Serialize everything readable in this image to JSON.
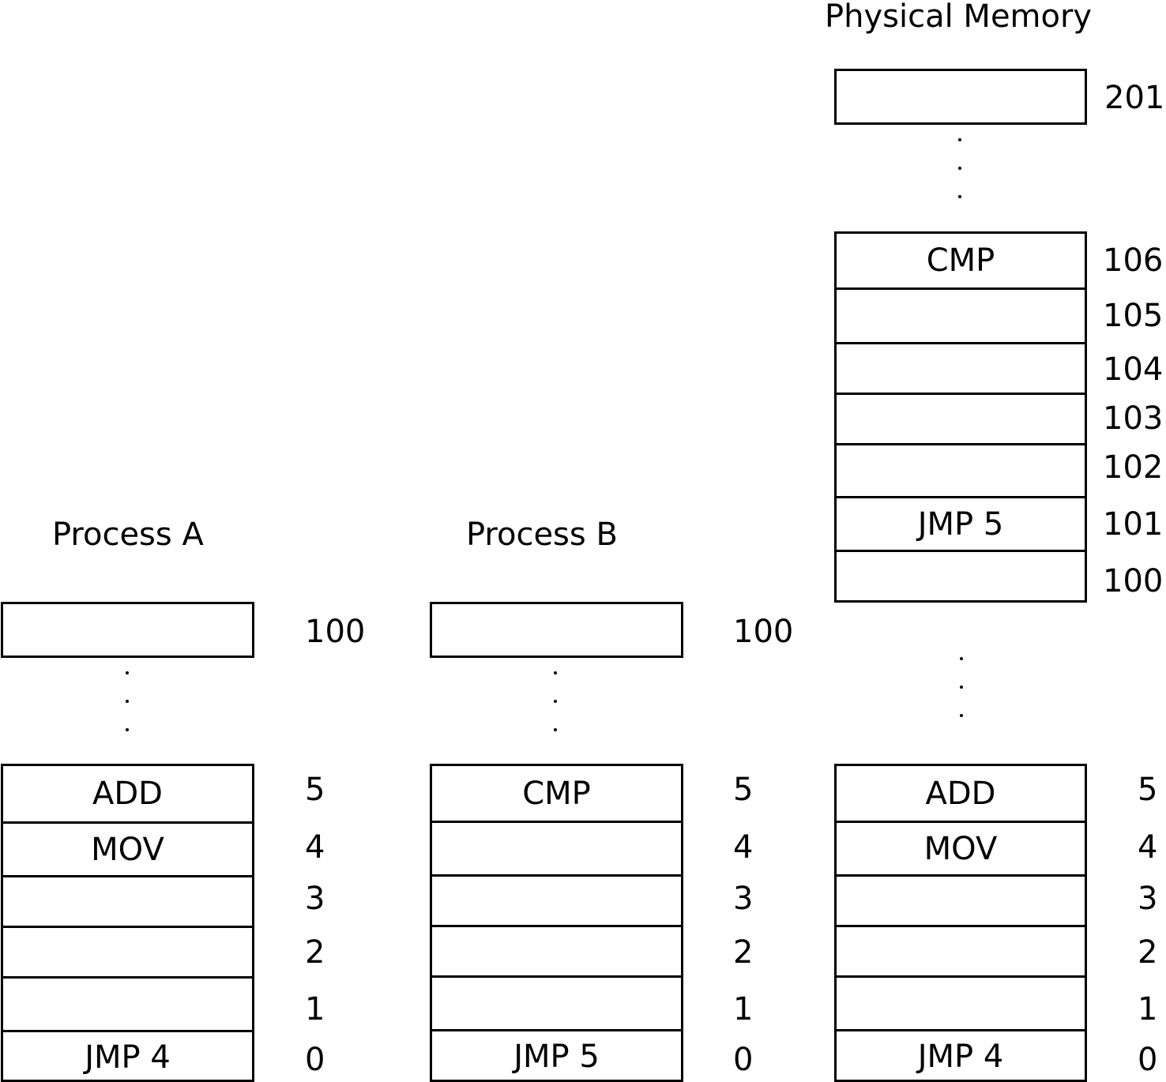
{
  "physical_memory": {
    "title": "Physical Memory",
    "top_address": "201",
    "upper_cells": [
      {
        "label": "CMP",
        "address": "106"
      },
      {
        "label": "",
        "address": "105"
      },
      {
        "label": "",
        "address": "104"
      },
      {
        "label": "",
        "address": "103"
      },
      {
        "label": "",
        "address": "102"
      },
      {
        "label": "JMP 5",
        "address": "101"
      },
      {
        "label": "",
        "address": "100"
      }
    ],
    "lower_cells": [
      {
        "label": "ADD",
        "address": "5"
      },
      {
        "label": "MOV",
        "address": "4"
      },
      {
        "label": "",
        "address": "3"
      },
      {
        "label": "",
        "address": "2"
      },
      {
        "label": "",
        "address": "1"
      },
      {
        "label": "JMP 4",
        "address": "0"
      }
    ]
  },
  "process_a": {
    "title": "Process A",
    "top_address": "100",
    "cells": [
      {
        "label": "ADD",
        "address": "5"
      },
      {
        "label": "MOV",
        "address": "4"
      },
      {
        "label": "",
        "address": "3"
      },
      {
        "label": "",
        "address": "2"
      },
      {
        "label": "",
        "address": "1"
      },
      {
        "label": "JMP 4",
        "address": "0"
      }
    ]
  },
  "process_b": {
    "title": "Process B",
    "top_address": "100",
    "cells": [
      {
        "label": "CMP",
        "address": "5"
      },
      {
        "label": "",
        "address": "4"
      },
      {
        "label": "",
        "address": "3"
      },
      {
        "label": "",
        "address": "2"
      },
      {
        "label": "",
        "address": "1"
      },
      {
        "label": "JMP 5",
        "address": "0"
      }
    ]
  }
}
